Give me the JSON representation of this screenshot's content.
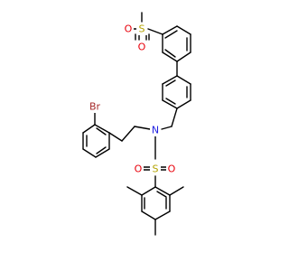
{
  "figure": {
    "kind": "chemical structure drawing",
    "background_color": "#ffffff",
    "bond_color": "#000000"
  },
  "atoms": [
    {
      "id": "S_sulfone",
      "label": "S",
      "color": "#b3a300"
    },
    {
      "id": "O_sulfone_left",
      "label": "O",
      "color": "#e8000b"
    },
    {
      "id": "O_sulfone_bottom",
      "label": "O",
      "color": "#e8000b"
    },
    {
      "id": "Br",
      "label": "Br",
      "color": "#a52a2a"
    },
    {
      "id": "N",
      "label": "N",
      "color": "#2020e0"
    },
    {
      "id": "S_sulfonamide",
      "label": "S",
      "color": "#b3a300"
    },
    {
      "id": "O_sulfonamide_left",
      "label": "O",
      "color": "#e8000b"
    },
    {
      "id": "O_sulfonamide_right",
      "label": "O",
      "color": "#e8000b"
    }
  ]
}
